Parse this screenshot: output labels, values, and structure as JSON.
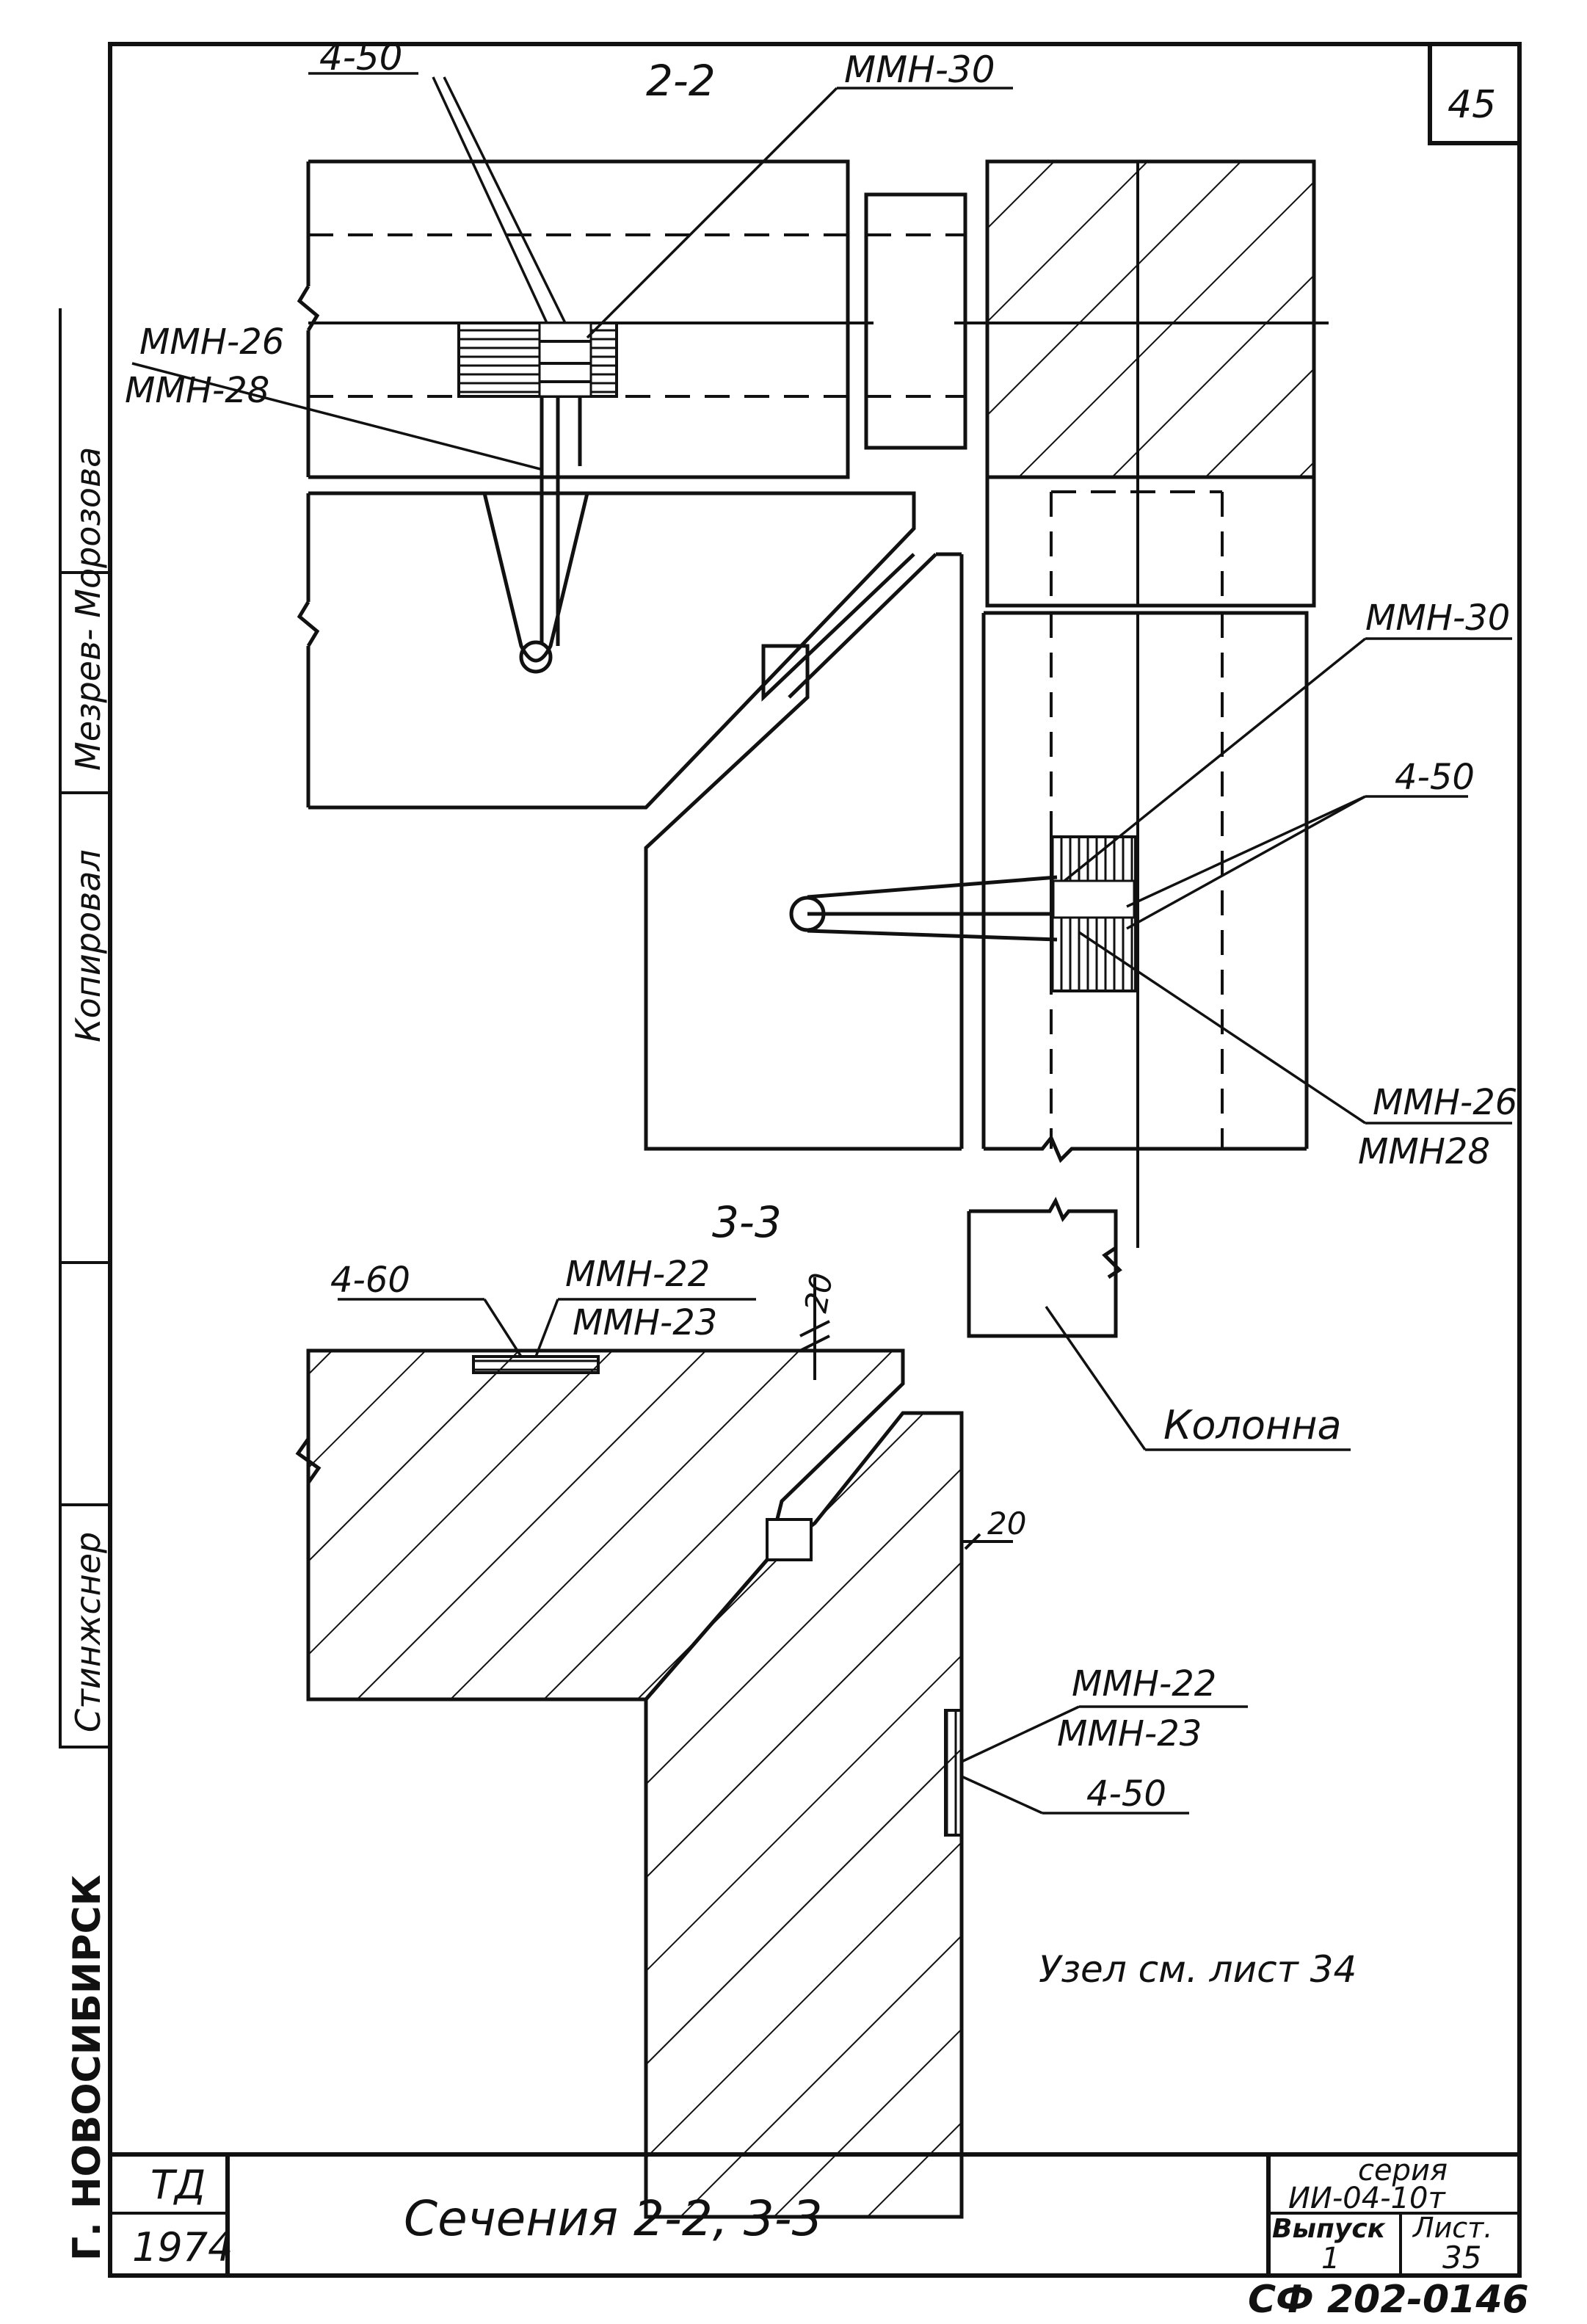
{
  "sheet_number_corner": "45",
  "section_2_2": {
    "title": "2-2",
    "labels": {
      "top_weld": "4-50",
      "top_plate": "ММН-30",
      "left_anchor_a": "ММН-26",
      "left_anchor_b": "ММН-28",
      "right_plate": "ММН-30",
      "right_weld": "4-50",
      "right_anchor_a": "ММН-26",
      "right_anchor_b": "ММН28"
    }
  },
  "section_3_3": {
    "title": "3-3",
    "labels": {
      "top_weld": "4-60",
      "top_plate_a": "ММН-22",
      "top_plate_b": "ММН-23",
      "gap_top": "20",
      "gap_right": "20",
      "column": "Колонна",
      "side_plate_a": "ММН-22",
      "side_plate_b": "ММН-23",
      "side_weld": "4-50",
      "node_note": "Узел см. лист 34"
    }
  },
  "side_stamp": {
    "city": "Г. НОВОСИБИРСК",
    "org": "Стинжснер",
    "copied": "Копировал",
    "names": "Мезрев- Морозова"
  },
  "title_block": {
    "org_code": "ТД",
    "year": "1974",
    "title": "Сечения 2-2, 3-3",
    "series_label": "серия",
    "series_value": "ИИ-04-10т",
    "issue_label": "Выпуск",
    "issue_value": "1",
    "sheet_label": "Лист.",
    "sheet_value": "35"
  },
  "archive_code": "СФ 202-0146"
}
